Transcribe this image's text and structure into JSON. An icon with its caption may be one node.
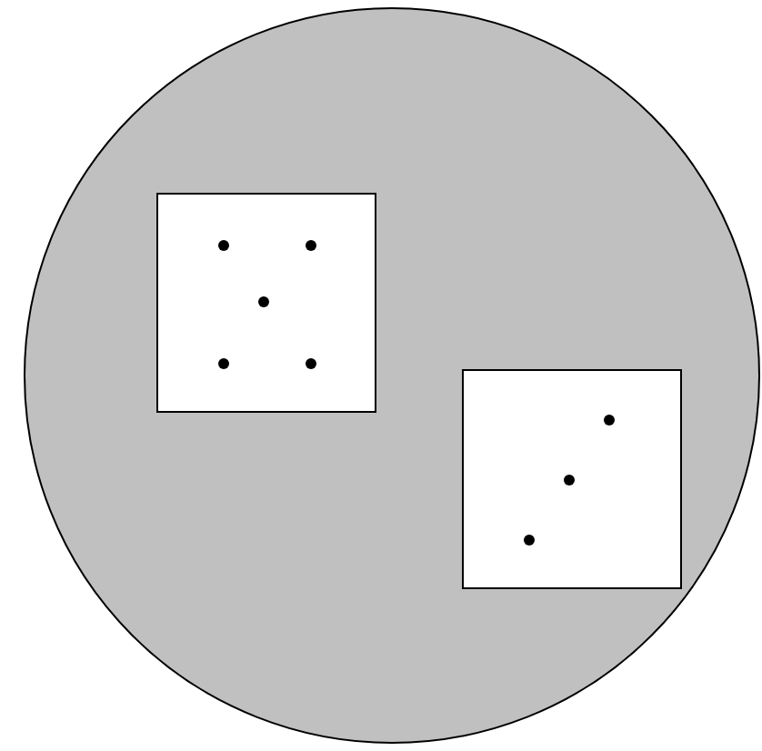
{
  "diagram": {
    "nodes": [
      {
        "text": [],
        "shape": "circle"
      },
      {
        "text": [],
        "shape": "box",
        "in": 0
      },
      {
        "text": [],
        "shape": "box",
        "in": 0
      }
    ]
  }
}
